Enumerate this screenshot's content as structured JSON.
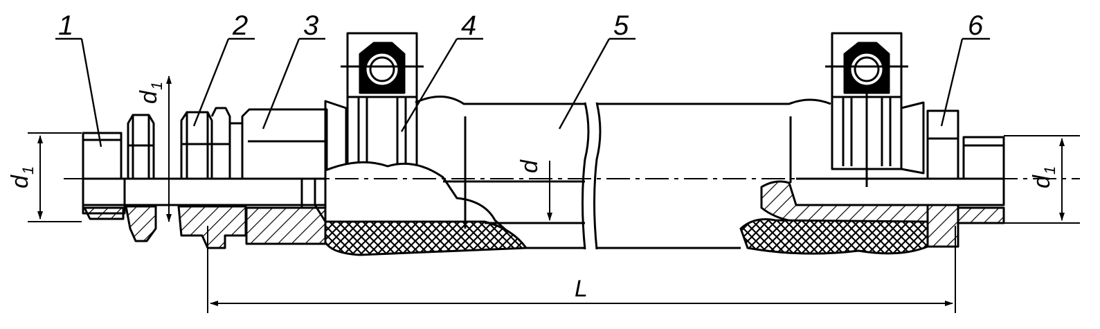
{
  "labels": {
    "part1": "1",
    "part2": "2",
    "part3": "3",
    "part4": "4",
    "part5": "5",
    "part6": "6"
  },
  "dimensions": {
    "d1_left": "d",
    "d1_left_sub": "1",
    "d1_top": "d",
    "d1_top_sub": "1",
    "d1_right": "d",
    "d1_right_sub": "1",
    "d_bore": "d",
    "length": "L"
  },
  "colors": {
    "ink": "#000000",
    "paper": "#ffffff"
  }
}
